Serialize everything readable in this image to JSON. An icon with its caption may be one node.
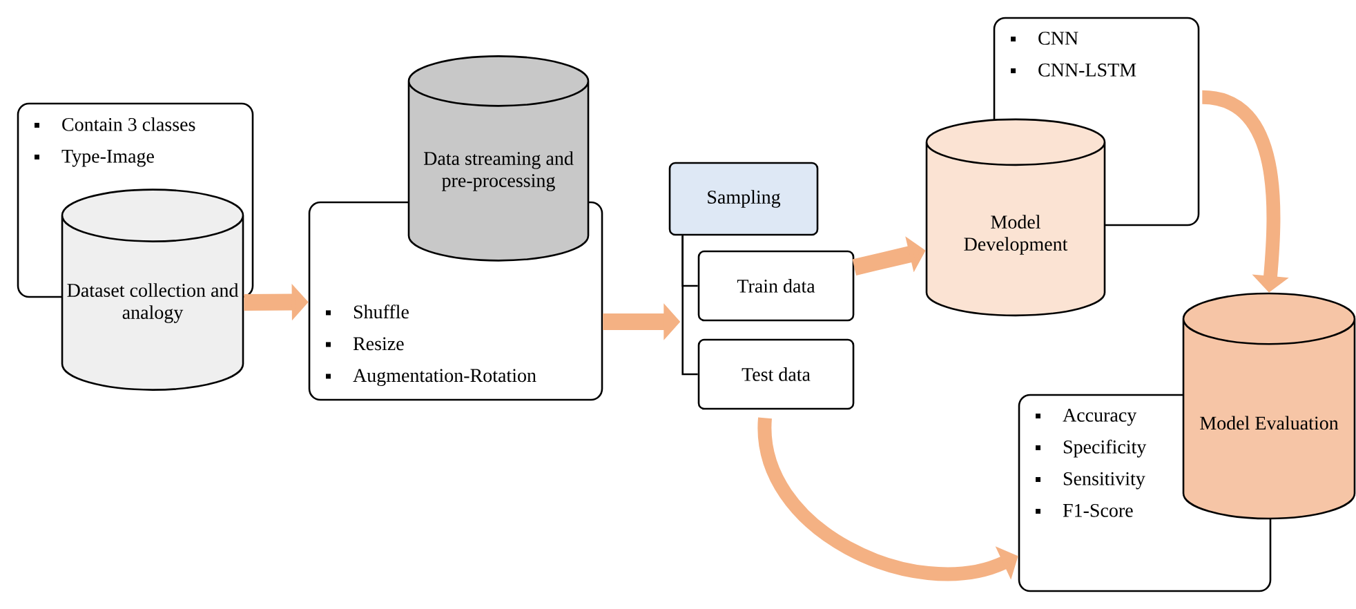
{
  "diagram": {
    "nodes": [
      {
        "text": [
          "Contain 3 classes",
          "Type-Image"
        ]
      },
      {
        "text": [
          "Dataset collection and analogy"
        ]
      },
      {
        "text": [
          "Shuffle",
          "Resize",
          "Augmentation-Rotation"
        ]
      },
      {
        "text": [
          "Data streaming and pre-processing"
        ]
      },
      {
        "text": [
          "Sampling"
        ]
      },
      {
        "text": [
          "Train data"
        ]
      },
      {
        "text": [
          "Test data"
        ]
      },
      {
        "text": [
          "CNN",
          "CNN-LSTM"
        ]
      },
      {
        "text": [
          "Model Development"
        ]
      },
      {
        "text": [
          "Accuracy",
          "Specificity",
          "Sensitivity",
          "F1-Score"
        ]
      },
      {
        "text": [
          "Model Evaluation"
        ]
      }
    ],
    "edges": [
      {
        "from": 1,
        "to": 2,
        "arrow": "to"
      },
      {
        "from": 2,
        "to": null,
        "arrow": "to"
      },
      {
        "from": 4,
        "to": 5,
        "arrow": "none",
        "color": "#000000"
      },
      {
        "from": 4,
        "to": 6,
        "arrow": "none",
        "color": "#000000"
      },
      {
        "from": 5,
        "to": 8,
        "arrow": "to"
      },
      {
        "from": 7,
        "to": 10,
        "arrow": "to"
      },
      {
        "from": 6,
        "to": 9,
        "arrow": "to"
      }
    ]
  }
}
